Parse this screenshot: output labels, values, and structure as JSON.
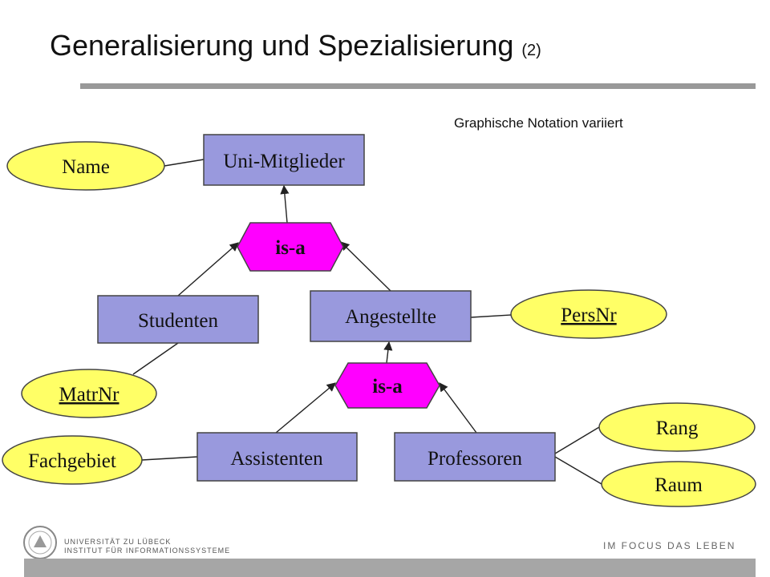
{
  "title": {
    "main": "Generalisierung und Spezialisierung",
    "suffix": "(2)"
  },
  "note": "Graphische Notation variiert",
  "entities": {
    "uni_mitglieder": "Uni-Mitglieder",
    "studenten": "Studenten",
    "angestellte": "Angestellte",
    "assistenten": "Assistenten",
    "professoren": "Professoren"
  },
  "attributes": {
    "name": "Name",
    "persnr": "PersNr",
    "matrnr": "MatrNr",
    "fachgebiet": "Fachgebiet",
    "rang": "Rang",
    "raum": "Raum"
  },
  "isa": {
    "top": "is-a",
    "bottom": "is-a"
  },
  "footer": {
    "university_line1": "UNIVERSITÄT ZU LÜBECK",
    "university_line2": "INSTITUT FÜR INFORMATIONSSYSTEME",
    "slogan": "IM FOCUS DAS LEBEN"
  },
  "colors": {
    "entity_fill": "#9999dd",
    "attribute_fill": "#ffff66",
    "isa_fill": "#ff00ff",
    "rule": "#999999"
  }
}
